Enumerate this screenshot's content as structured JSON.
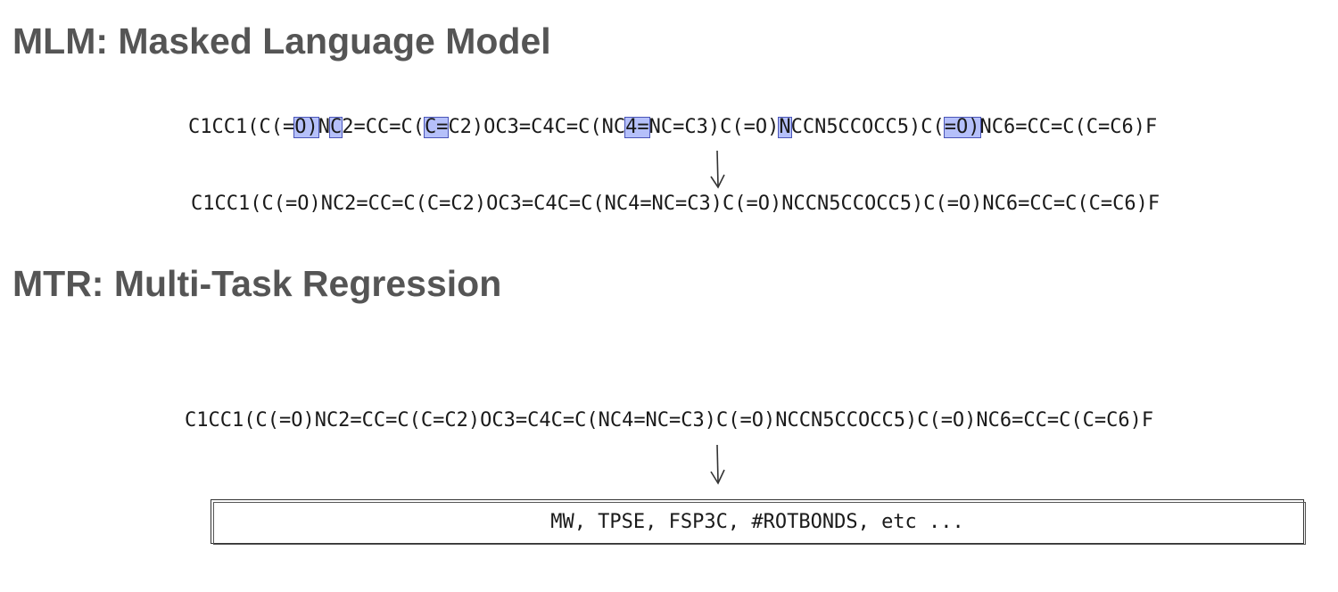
{
  "mlm": {
    "title": "MLM: Masked Language Model",
    "input_segments": [
      {
        "text": "C1CC1(C(=",
        "masked": false
      },
      {
        "text": "O)",
        "masked": true
      },
      {
        "text": "N",
        "masked": false
      },
      {
        "text": "C",
        "masked": true
      },
      {
        "text": "2=CC=C(",
        "masked": false
      },
      {
        "text": "C=",
        "masked": true
      },
      {
        "text": "C2)OC3=C4C=C(NC",
        "masked": false
      },
      {
        "text": "4=",
        "masked": true
      },
      {
        "text": "NC=C3)C(=O)",
        "masked": false
      },
      {
        "text": "N",
        "masked": true
      },
      {
        "text": "CCN5CCOCC5)C(",
        "masked": false
      },
      {
        "text": "=O)",
        "masked": true
      },
      {
        "text": "NC6=CC=C(C=C6)F",
        "masked": false
      }
    ],
    "output": "C1CC1(C(=O)NC2=CC=C(C=C2)OC3=C4C=C(NC4=NC=C3)C(=O)NCCN5CCOCC5)C(=O)NC6=CC=C(C=C6)F"
  },
  "mtr": {
    "title": "MTR: Multi-Task Regression",
    "input": "C1CC1(C(=O)NC2=CC=C(C=C2)OC3=C4C=C(NC4=NC=C3)C(=O)NCCN5CCOCC5)C(=O)NC6=CC=C(C=C6)F",
    "targets": "MW, TPSE, FSP3C, #ROTBONDS, etc ..."
  }
}
